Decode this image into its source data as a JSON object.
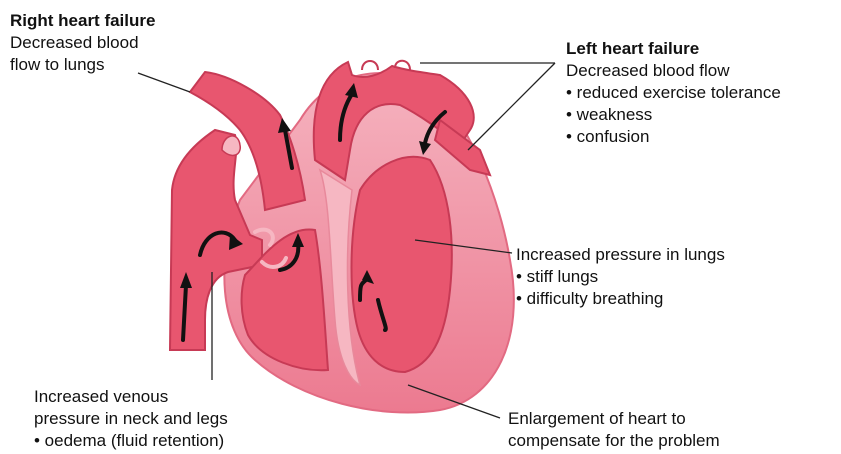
{
  "right_failure": {
    "title": "Right heart failure",
    "line1": "Decreased blood",
    "line2": "flow to lungs"
  },
  "left_failure": {
    "title": "Left heart failure",
    "line1": "Decreased blood flow",
    "bullets": [
      "• reduced exercise tolerance",
      "• weakness",
      "• confusion"
    ]
  },
  "lungs_pressure": {
    "line1": "Increased pressure in lungs",
    "bullets": [
      "• stiff lungs",
      "• difficulty breathing"
    ]
  },
  "venous_pressure": {
    "line1": "Increased venous",
    "line2": "pressure in neck and legs",
    "bullet": "• oedema (fluid retention)"
  },
  "enlargement": {
    "line1": "Enlargement of heart to",
    "line2": "compensate for the problem"
  },
  "colors": {
    "heart_outer": "#ef879a",
    "heart_wall": "#e8566f",
    "chamber": "#e8566f",
    "light_tissue": "#f6b7c2",
    "outline": "#c73a55",
    "arrow": "#111111",
    "leader": "#222222"
  }
}
